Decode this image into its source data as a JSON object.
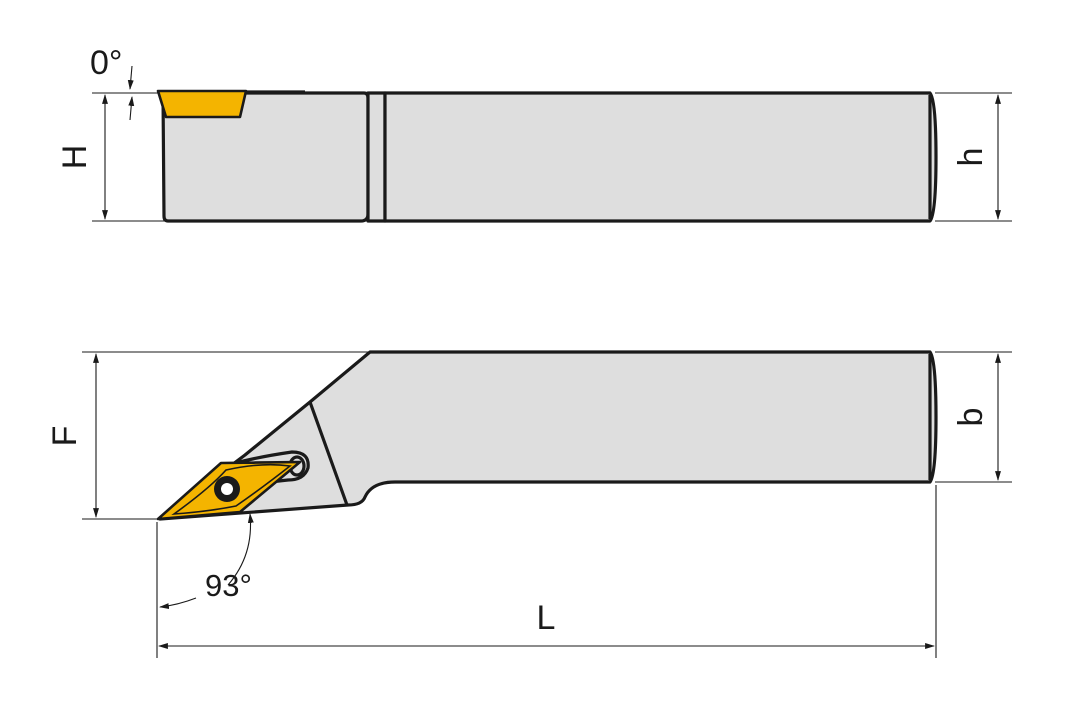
{
  "labels": {
    "top_angle": "0°",
    "H": "H",
    "h": "h",
    "F": "F",
    "b": "b",
    "lead_angle": "93°",
    "L": "L"
  },
  "colors": {
    "insert": "#f4b400",
    "body": "#dedede",
    "line": "#1a1a1a",
    "background": "#ffffff"
  }
}
